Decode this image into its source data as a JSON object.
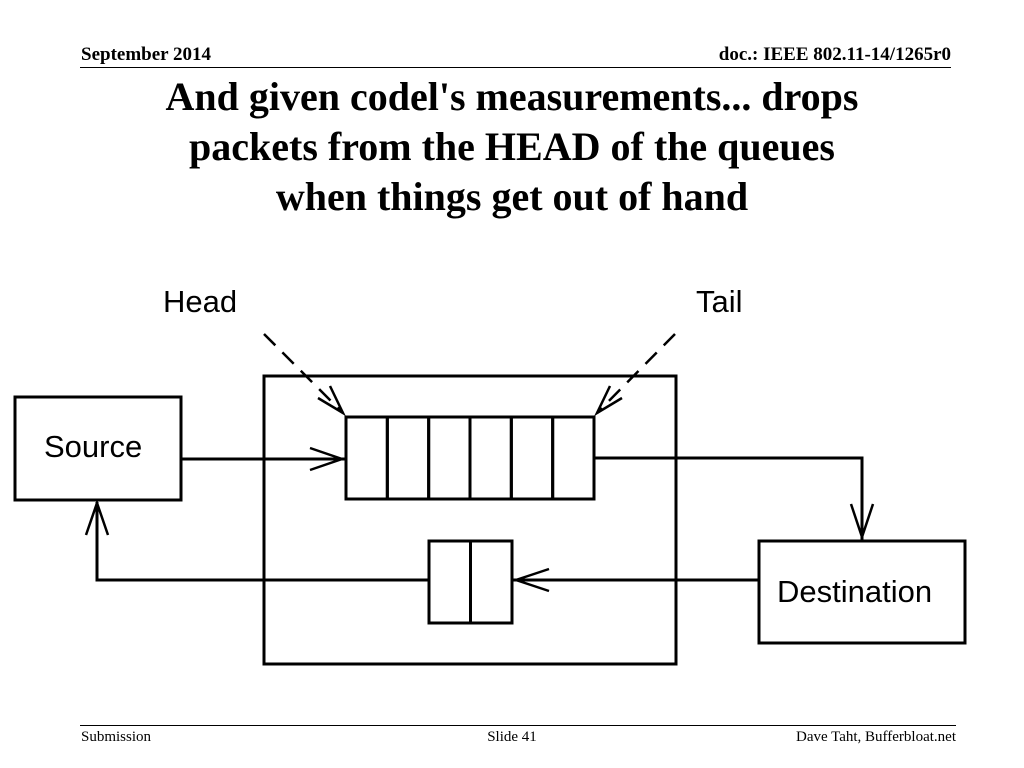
{
  "header": {
    "date": "September 2014",
    "doc_id": "doc.: IEEE 802.11-14/1265r0"
  },
  "title": {
    "lines": [
      "And given codel's measurements... drops",
      "packets from the HEAD of the queues",
      "when things get out of hand"
    ]
  },
  "diagram": {
    "head_label": "Head",
    "tail_label": "Tail",
    "source_label": "Source",
    "destination_label": "Destination",
    "forward_queue_slots": 6,
    "return_queue_slots": 2
  },
  "footer": {
    "left": "Submission",
    "center": "Slide 41",
    "right": "Dave Taht, Bufferbloat.net"
  }
}
